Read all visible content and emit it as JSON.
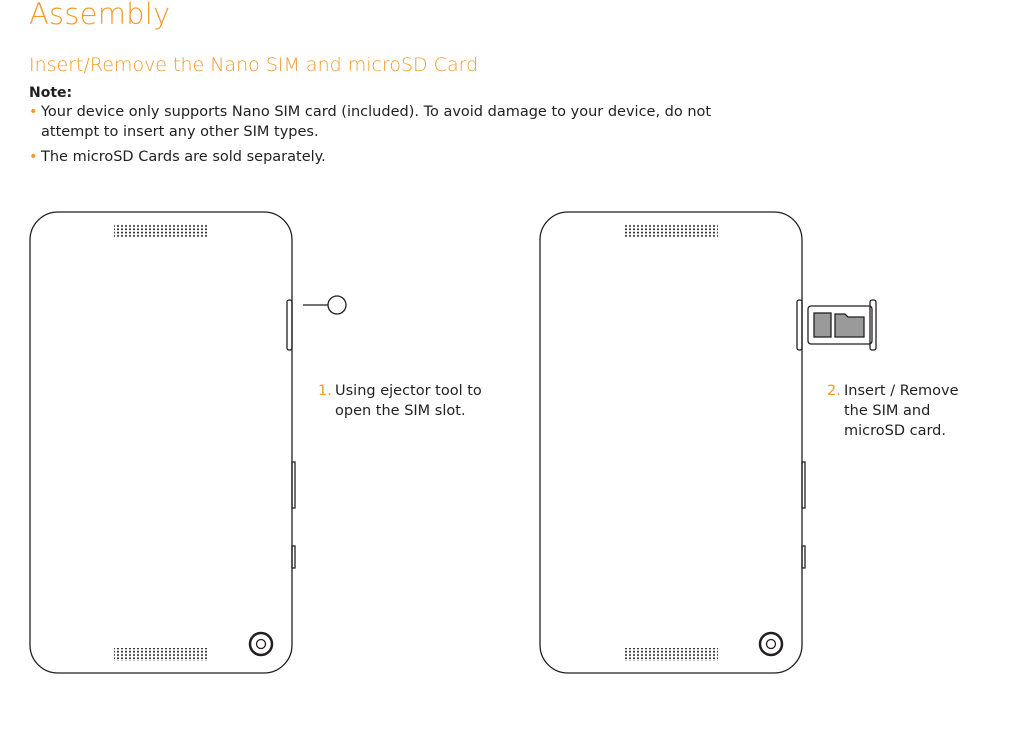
{
  "title": "Assembly",
  "subtitle": "Insert/Remove the Nano SIM and microSD Card",
  "note_label": "Note:",
  "notes": [
    "Your device only supports Nano SIM card (included). To avoid damage to your device, do not attempt to insert any other SIM types.",
    "The microSD Cards are sold separately."
  ],
  "bullet_char": "•",
  "steps": [
    {
      "num": "1.",
      "line1": "Using ejector tool to",
      "line2": "open the SIM slot."
    },
    {
      "num": "2.",
      "line1": "Insert / Remove",
      "line2": "the SIM and",
      "line3": "microSD card."
    }
  ],
  "colors": {
    "accent": "#f39a2b",
    "text": "#231f20"
  }
}
